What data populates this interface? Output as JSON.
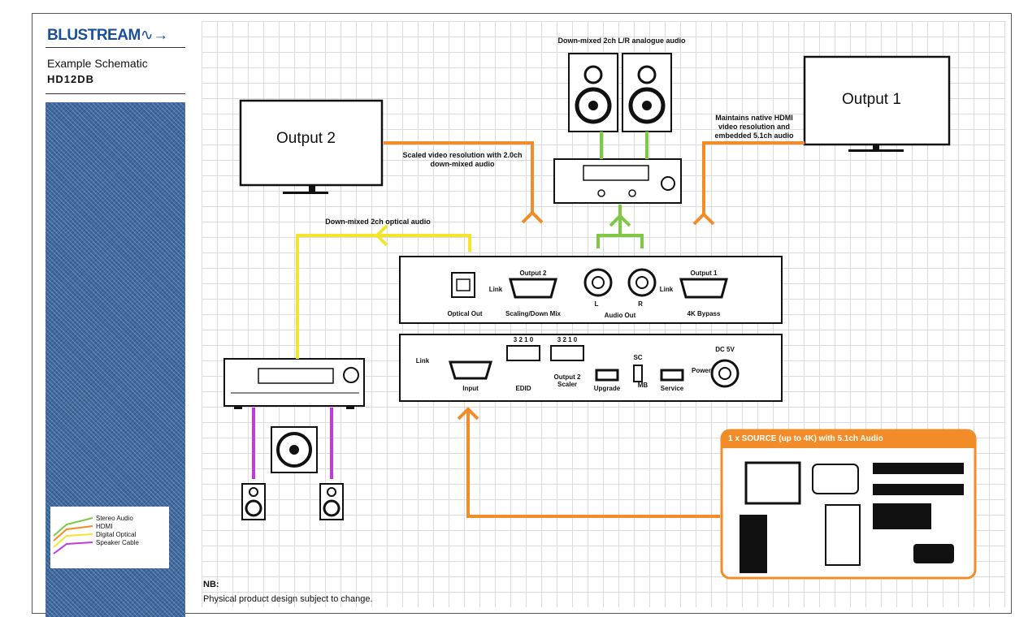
{
  "brand": {
    "name": "BLUSTREAM"
  },
  "sidebar": {
    "schematic_label": "Example Schematic",
    "model": "HD12DB"
  },
  "legend": {
    "items": [
      {
        "label": "Stereo Audio",
        "color": "#7ec845"
      },
      {
        "label": "HDMI",
        "color": "#f28c28"
      },
      {
        "label": "Digital Optical",
        "color": "#f2e52c"
      },
      {
        "label": "Speaker Cable",
        "color": "#c23ad8"
      }
    ]
  },
  "outputs": {
    "output1": "Output 1",
    "output2": "Output 2"
  },
  "captions": {
    "downmix_analogue": "Down-mixed 2ch L/R analogue audio",
    "output1_note": "Maintains native HDMI video resolution and embedded 5.1ch audio",
    "output2_note": "Scaled video resolution with 2.0ch down-mixed audio",
    "optical_note": "Down-mixed 2ch optical audio"
  },
  "device_top": {
    "optical_out": "Optical Out",
    "output2_heading": "Output 2",
    "output2_sub": "Scaling/Down Mix",
    "audio_out": "Audio Out",
    "l": "L",
    "r": "R",
    "output1_heading": "Output 1",
    "output1_sub": "4K Bypass",
    "link": "Link"
  },
  "device_bottom": {
    "input": "Input",
    "edid": "EDID",
    "output2_scaler": "Output 2 Scaler",
    "upgrade": "Upgrade",
    "service": "Service",
    "power": "Power",
    "dc": "DC 5V",
    "dip_numbers": "3 2 1 0",
    "switch_top": "SC",
    "switch_bottom": "MB"
  },
  "source": {
    "title": "1 x SOURCE (up to 4K) with 5.1ch Audio"
  },
  "notes": {
    "nb": "NB:",
    "text": "Physical product design subject to change."
  }
}
